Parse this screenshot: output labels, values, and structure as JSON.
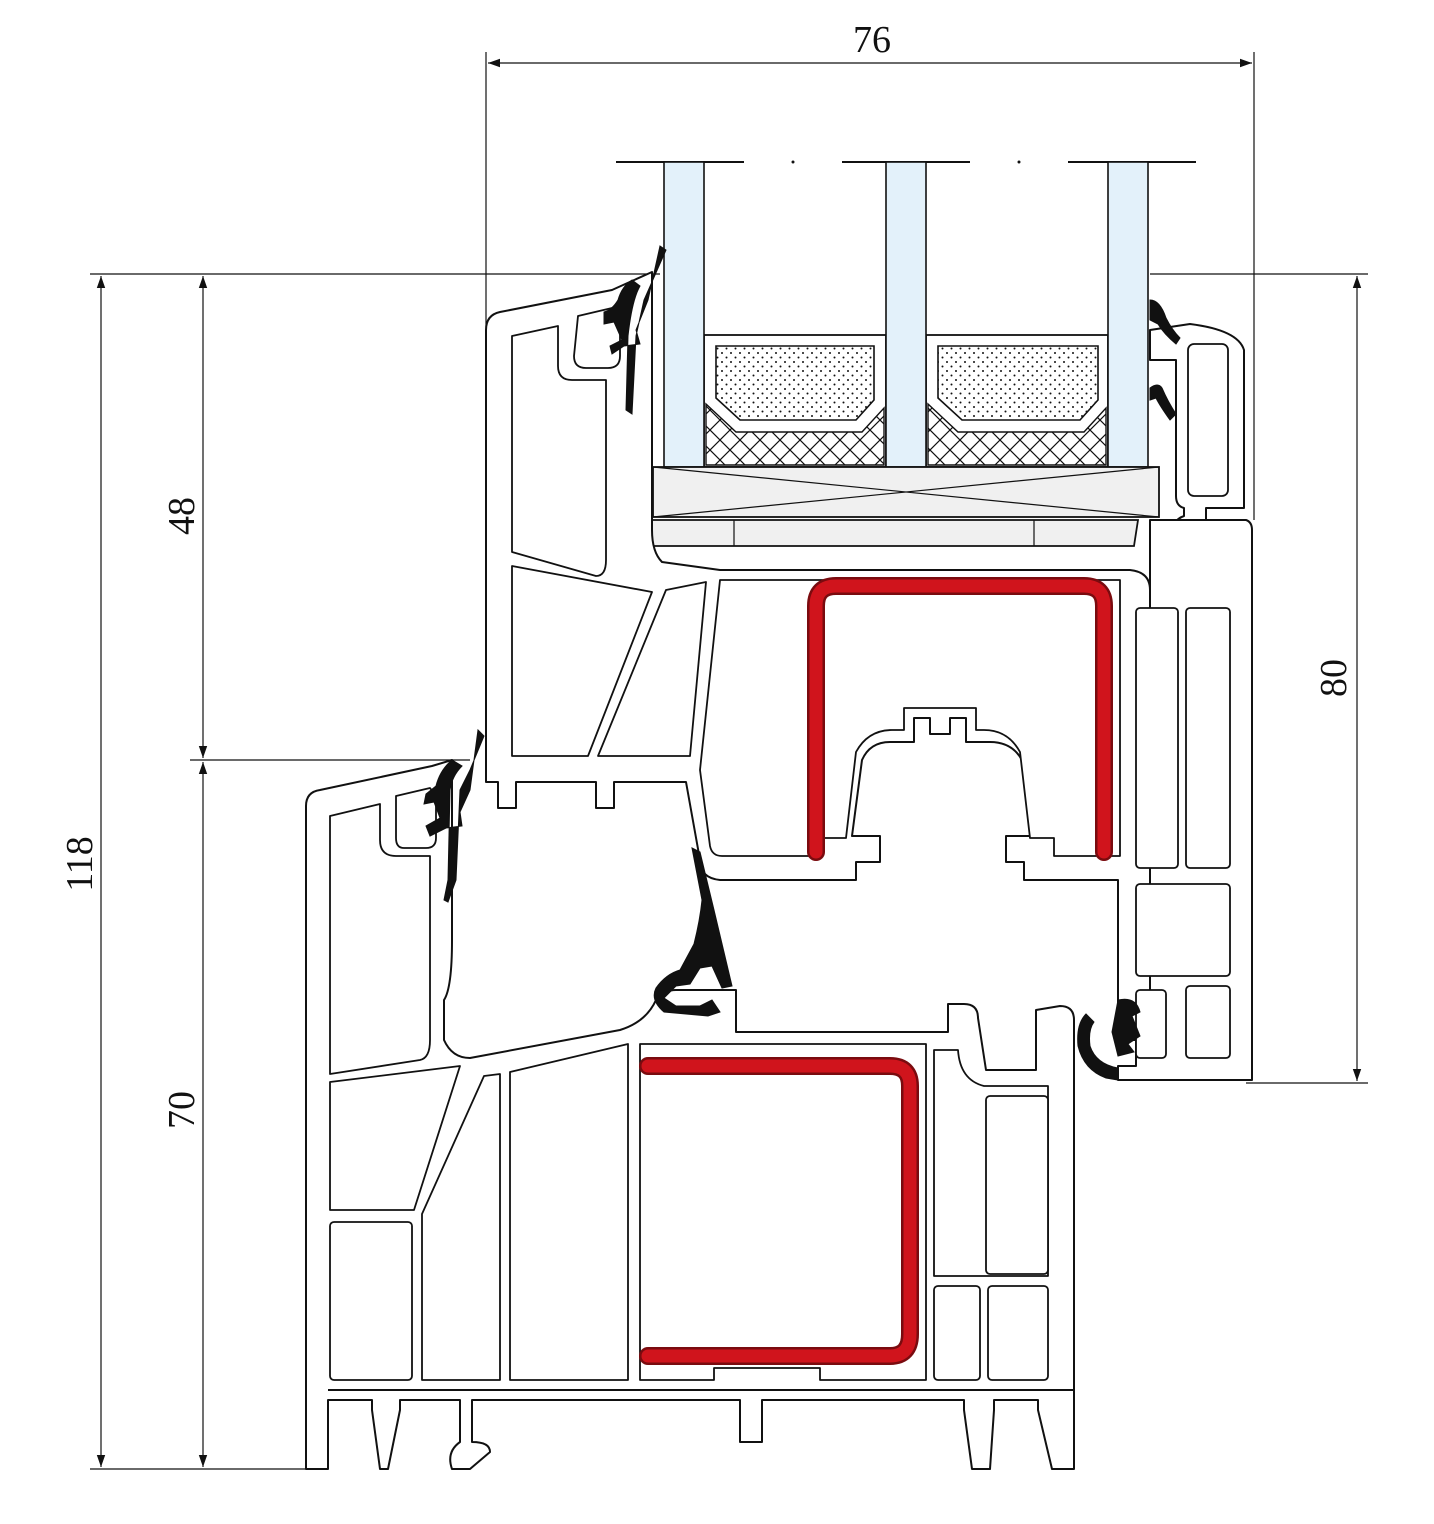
{
  "dimensions": {
    "overall_width": "76",
    "overall_height": "118",
    "sash_height": "48",
    "frame_height": "70",
    "sash_right_height": "80"
  },
  "colors": {
    "glass": "#E3F1FA",
    "reinforcement": "#D0141C",
    "reinforcement_outline": "#7A0B0F",
    "line": "#111111",
    "spacer": "#F0F0F0",
    "gasket": "#111111"
  },
  "glazing": {
    "pane_count": 3
  }
}
